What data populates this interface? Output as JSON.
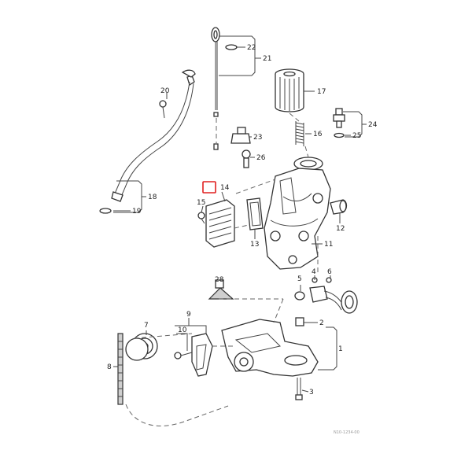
{
  "diagram": {
    "callouts": {
      "c1": "1",
      "c2": "2",
      "c3": "3",
      "c4": "4",
      "c5": "5",
      "c6": "6",
      "c7": "7",
      "c8": "8",
      "c9": "9",
      "c10": "10",
      "c11": "11",
      "c12": "12",
      "c13": "13",
      "c14": "14",
      "c15": "15",
      "c16": "16",
      "c17": "17",
      "c18": "18",
      "c19": "19",
      "c20": "20",
      "c21": "21",
      "c22": "22",
      "c23": "23",
      "c24": "24",
      "c25": "25",
      "c26": "26",
      "c28": "28"
    },
    "footer_code": "N10-1234-00",
    "colors": {
      "line": "#333333",
      "highlight": "#e02020",
      "fill_dark": "#cfcfcf"
    },
    "highlighted_part": "14"
  }
}
